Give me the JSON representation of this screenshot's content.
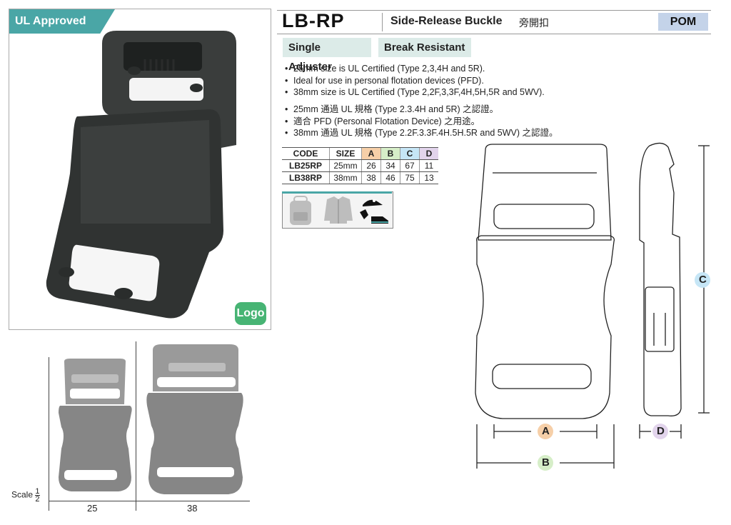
{
  "product": {
    "code": "LB-RP",
    "name": "Side-Release Buckle",
    "name_cn": "旁開扣",
    "material": "POM"
  },
  "badges": {
    "ul": "UL Approved",
    "logo": "Logo"
  },
  "features": [
    "Single Adjuster",
    "Break Resistant"
  ],
  "notes_en": [
    "25mm size is UL Certified (Type 2,3,4H and 5R).",
    "Ideal for use in personal flotation devices (PFD).",
    "38mm size is UL Certified (Type 2,2F,3,3F,4H,5H,5R and 5WV)."
  ],
  "notes_cn": [
    "25mm 通過 UL 規格 (Type 2.3.4H and 5R) 之認證。",
    "適合 PFD (Personal Flotation Device) 之用途。",
    "38mm 通過 UL 規格 (Type 2.2F.3.3F.4H.5H.5R and 5WV) 之認證。"
  ],
  "spec_table": {
    "headers": [
      "CODE",
      "SIZE",
      "A",
      "B",
      "C",
      "D"
    ],
    "header_colors": [
      "#ffffff",
      "#ffffff",
      "#f6cfa8",
      "#d6eec8",
      "#c6e6f6",
      "#e2d4ec"
    ],
    "rows": [
      [
        "LB25RP",
        "25mm",
        "26",
        "34",
        "67",
        "11"
      ],
      [
        "LB38RP",
        "38mm",
        "38",
        "46",
        "75",
        "13"
      ]
    ]
  },
  "usage_icons": [
    "backpack-icon",
    "jacket-icon",
    "cap-glove-shoe-icon"
  ],
  "scale": {
    "label": "Scale",
    "fraction_num": "1",
    "fraction_den": "2",
    "sizes": [
      "25",
      "38"
    ]
  },
  "dimensions": {
    "a": "A",
    "b": "B",
    "c": "C",
    "d": "D",
    "colors": {
      "a": "#f6cfa8",
      "b": "#d6eec8",
      "c": "#c6e6f6",
      "d": "#e2d4ec"
    }
  }
}
